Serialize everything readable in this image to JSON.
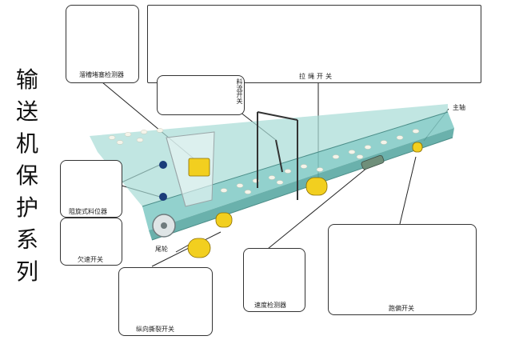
{
  "title_chars": [
    "输",
    "送",
    "机",
    "保",
    "护",
    "系",
    "列"
  ],
  "labels": {
    "chute_blockage_detector": "溜槽堵塞检测器",
    "pull_cord_switch": "拉绳开关",
    "material_flow_switch": "料流开关",
    "main_shaft": "主轴",
    "rotary_level_switch": "阻旋式料位器",
    "underspeed_switch": "欠速开关",
    "tail_wheel": "尾轮",
    "speed_detector": "速度检测器",
    "belt_deviation_switch": "跑偏开关",
    "longitudinal_tear_switch": "纵向撕裂开关"
  },
  "colors": {
    "device_yellow": "#f2cf1f",
    "belt_teal": "#7fc9c4",
    "frame_steel": "#9aa6a8",
    "outline": "#333333"
  }
}
